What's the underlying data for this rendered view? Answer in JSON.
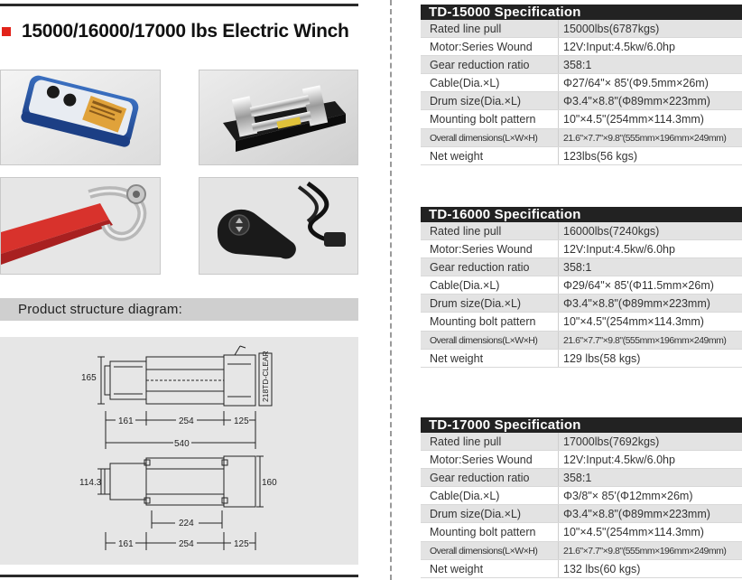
{
  "page_title": "15000/16000/17000 lbs Electric Winch",
  "section_title": "Product structure diagram:",
  "photos": [
    {
      "name": "remote-control-photo"
    },
    {
      "name": "roller-fairlead-photo"
    },
    {
      "name": "strap-hook-photo"
    },
    {
      "name": "handheld-remote-photo"
    }
  ],
  "diagram": {
    "top_view": {
      "height_label": "165",
      "dims": [
        "161",
        "254",
        "125"
      ],
      "total": "540",
      "side_text": "218TD-CLEAR"
    },
    "bottom_view": {
      "height_left": "114.3",
      "height_right": "160",
      "inner": "224",
      "dims": [
        "161",
        "254",
        "125"
      ]
    }
  },
  "specs": [
    {
      "title": "TD-15000 Specification",
      "rows": [
        {
          "k": "Rated line pull",
          "v": "15000lbs(6787kgs)"
        },
        {
          "k": "Motor:Series Wound",
          "v": "12V:Input:4.5kw/6.0hp"
        },
        {
          "k": "Gear reduction ratio",
          "v": "358:1"
        },
        {
          "k": "Cable(Dia.×L)",
          "v": "Φ27/64\"× 85'(Φ9.5mm×26m)"
        },
        {
          "k": "Drum size(Dia.×L)",
          "v": "Φ3.4\"×8.8\"(Φ89mm×223mm)"
        },
        {
          "k": "Mounting bolt pattern",
          "v": "10\"×4.5\"(254mm×114.3mm)"
        },
        {
          "k": "Overall dimensions(L×W×H)",
          "v": "21.6\"×7.7\"×9.8\"(555mm×196mm×249mm)"
        },
        {
          "k": "Net weight",
          "v": "123lbs(56 kgs)"
        }
      ]
    },
    {
      "title": "TD-16000 Specification",
      "rows": [
        {
          "k": "Rated line pull",
          "v": "16000lbs(7240kgs)"
        },
        {
          "k": "Motor:Series Wound",
          "v": "12V:Input:4.5kw/6.0hp"
        },
        {
          "k": "Gear reduction ratio",
          "v": "358:1"
        },
        {
          "k": "Cable(Dia.×L)",
          "v": "Φ29/64\"× 85'(Φ11.5mm×26m)"
        },
        {
          "k": "Drum size(Dia.×L)",
          "v": "Φ3.4\"×8.8\"(Φ89mm×223mm)"
        },
        {
          "k": "Mounting bolt pattern",
          "v": "10\"×4.5\"(254mm×114.3mm)"
        },
        {
          "k": "Overall dimensions(L×W×H)",
          "v": "21.6\"×7.7\"×9.8\"(555mm×196mm×249mm)"
        },
        {
          "k": "Net weight",
          "v": "129 lbs(58 kgs)"
        }
      ]
    },
    {
      "title": "TD-17000 Specification",
      "rows": [
        {
          "k": "Rated line pull",
          "v": "17000lbs(7692kgs)"
        },
        {
          "k": "Motor:Series Wound",
          "v": "12V:Input:4.5kw/6.0hp"
        },
        {
          "k": "Gear reduction ratio",
          "v": "358:1"
        },
        {
          "k": "Cable(Dia.×L)",
          "v": "Φ3/8\"× 85'(Φ12mm×26m)"
        },
        {
          "k": "Drum size(Dia.×L)",
          "v": "Φ3.4\"×8.8\"(Φ89mm×223mm)"
        },
        {
          "k": "Mounting bolt pattern",
          "v": "10\"×4.5\"(254mm×114.3mm)"
        },
        {
          "k": "Overall dimensions(L×W×H)",
          "v": "21.6\"×7.7\"×9.8\"(555mm×196mm×249mm)"
        },
        {
          "k": "Net weight",
          "v": "132 lbs(60 kgs)"
        }
      ]
    }
  ]
}
